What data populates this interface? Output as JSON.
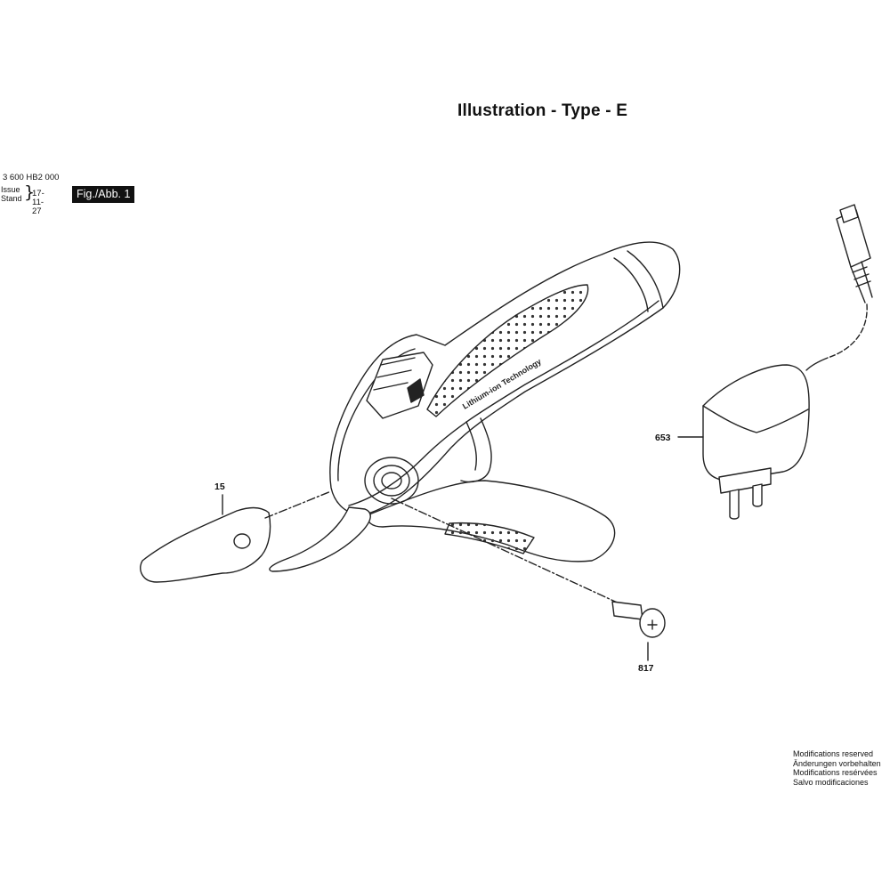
{
  "header": {
    "title": "Illustration - Type - E",
    "doc_number": "3 600 HB2 000",
    "issue_label": "Issue",
    "stand_label": "Stand",
    "issue_date": "17-11-27",
    "figure_label": "Fig./Abb. 1"
  },
  "device": {
    "brand_text": "Lithium-ion Technology"
  },
  "parts": [
    {
      "number": "15",
      "name": "blade"
    },
    {
      "number": "653",
      "name": "charger"
    },
    {
      "number": "817",
      "name": "screw"
    }
  ],
  "footer": {
    "modifications": [
      "Modifications reserved",
      "Änderungen vorbehalten",
      "Modifications resérvées",
      "Salvo modificaciones"
    ]
  }
}
